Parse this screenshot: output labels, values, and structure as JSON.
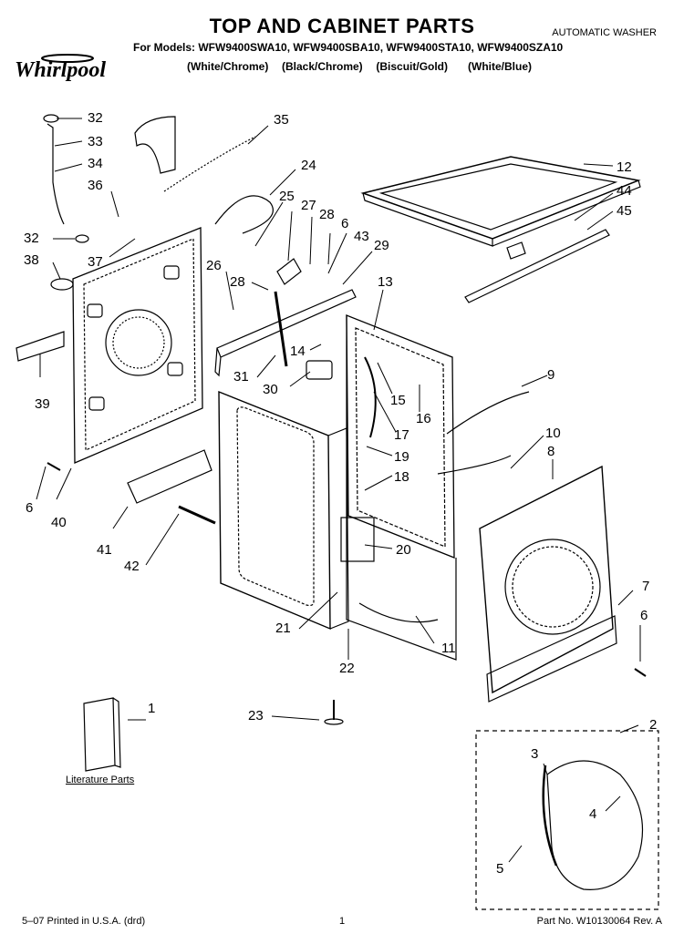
{
  "header": {
    "title": "TOP AND CABINET PARTS",
    "doc_type": "AUTOMATIC WASHER",
    "models_line": "For Models: WFW9400SWA10, WFW9400SBA10, WFW9400STA10, WFW9400SZA10",
    "colors_line": "(White/Chrome)  (Black/Chrome)  (Biscuit/Gold)   (White/Blue)",
    "brand": "Whirlpool"
  },
  "callouts": {
    "c1": "1",
    "c2": "2",
    "c3": "3",
    "c4": "4",
    "c5": "5",
    "c6a": "6",
    "c6b": "6",
    "c6c": "6",
    "c7": "7",
    "c8": "8",
    "c9": "9",
    "c10": "10",
    "c11": "11",
    "c12": "12",
    "c13": "13",
    "c14": "14",
    "c15": "15",
    "c16": "16",
    "c17": "17",
    "c18": "18",
    "c19": "19",
    "c20": "20",
    "c21": "21",
    "c22": "22",
    "c23": "23",
    "c24": "24",
    "c25": "25",
    "c26": "26",
    "c27": "27",
    "c28a": "28",
    "c28b": "28",
    "c29": "29",
    "c30": "30",
    "c31": "31",
    "c32a": "32",
    "c32b": "32",
    "c33": "33",
    "c34": "34",
    "c35": "35",
    "c36": "36",
    "c37": "37",
    "c38": "38",
    "c39": "39",
    "c40": "40",
    "c41": "41",
    "c42": "42",
    "c43": "43",
    "c44": "44",
    "c45": "45"
  },
  "literature_label": "Literature Parts",
  "footer": {
    "left": "5–07 Printed in U.S.A. (drd)",
    "center": "1",
    "right": "Part No. W10130064 Rev. A"
  }
}
